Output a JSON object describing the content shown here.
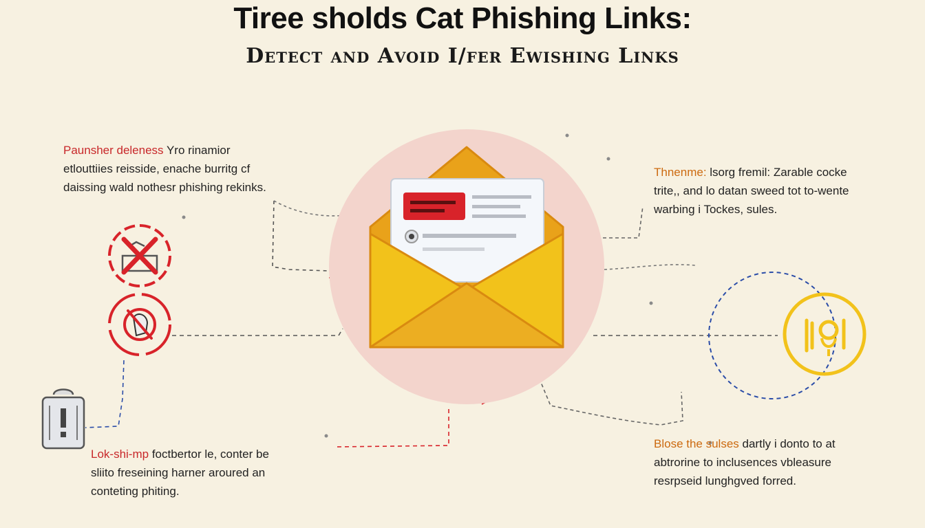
{
  "title": "Tiree sholds Cat Phishing  Links:",
  "subtitle": "Detect and Avoid I/fer Ewishing Links",
  "notes": {
    "top_left": {
      "lead": "Paunsher deleness",
      "line1_rest": " Yro rinamior",
      "line2": "etlouttiies reisside, enache burritg cf",
      "line3": "daissing wald nothesr phishing rekinks."
    },
    "top_right": {
      "lead": "Thnenme:",
      "line1_rest": " lsorg fremil: Zarable cocke",
      "line2": "trite,, and lo datan sweed tot to-wente",
      "line3": "warbing i Tockes, sules."
    },
    "bottom_left": {
      "lead": "Lok-shi-mp",
      "line1_rest": " foctbertor le, conter be",
      "line2": "sliito freseining harner aroured an",
      "line3": "conteting phiting."
    },
    "bottom_right": {
      "lead": "Blose the sulses",
      "line1_rest": " dartly i donto to at",
      "line2": "abtrorine to inclusences vbleasure",
      "line3": "resrpseid lunghgved forred."
    }
  },
  "colors": {
    "background": "#f7f1e1",
    "envelope": "#f2c21b",
    "envelope_dark": "#e9a21a",
    "halo": "#f3d4cc",
    "red": "#d8232a",
    "orange": "#cc6a10",
    "blue": "#2b4da8"
  },
  "icons": [
    "envelope-icon",
    "no-download-icon",
    "no-click-icon",
    "alert-lock-icon",
    "listen-icon"
  ]
}
